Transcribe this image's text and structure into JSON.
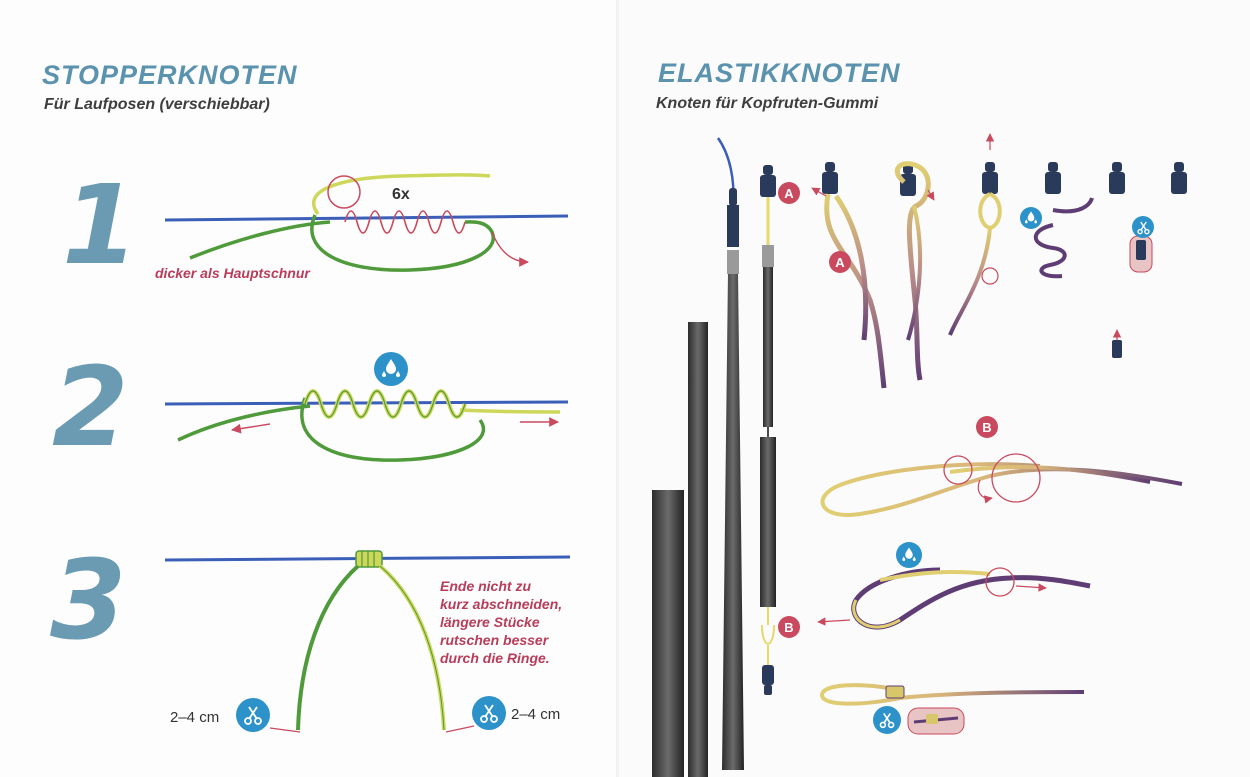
{
  "left": {
    "title": "STOPPERKNOTEN",
    "subtitle": "Für Laufposen (verschiebbar)",
    "steps": [
      {
        "number": "1",
        "label": "6x",
        "note": "dicker als Hauptschnur"
      },
      {
        "number": "2"
      },
      {
        "number": "3",
        "note": "Ende nicht zu\nkurz abschneiden,\nlängere Stücke\nrutschen besser\ndurch die Ringe.",
        "cut_left": "2–4 cm",
        "cut_right": "2–4 cm"
      }
    ]
  },
  "right": {
    "title": "ELASTIKKNOTEN",
    "subtitle": "Knoten für Kopfruten-Gummi",
    "markers": {
      "a": "A",
      "b": "B"
    }
  },
  "icons": {
    "water": "water-drops-icon",
    "scissors": "scissors-icon"
  },
  "colors": {
    "title": "#5b93ae",
    "note": "#b83d5a",
    "main_line": "#3b5fb8",
    "stopper_line": "#4f9a3a",
    "elastic": "#d8c66a",
    "elastic_dark": "#5e3d74",
    "icon_bg": "#2d92c9",
    "marker": "#c94a5e"
  }
}
